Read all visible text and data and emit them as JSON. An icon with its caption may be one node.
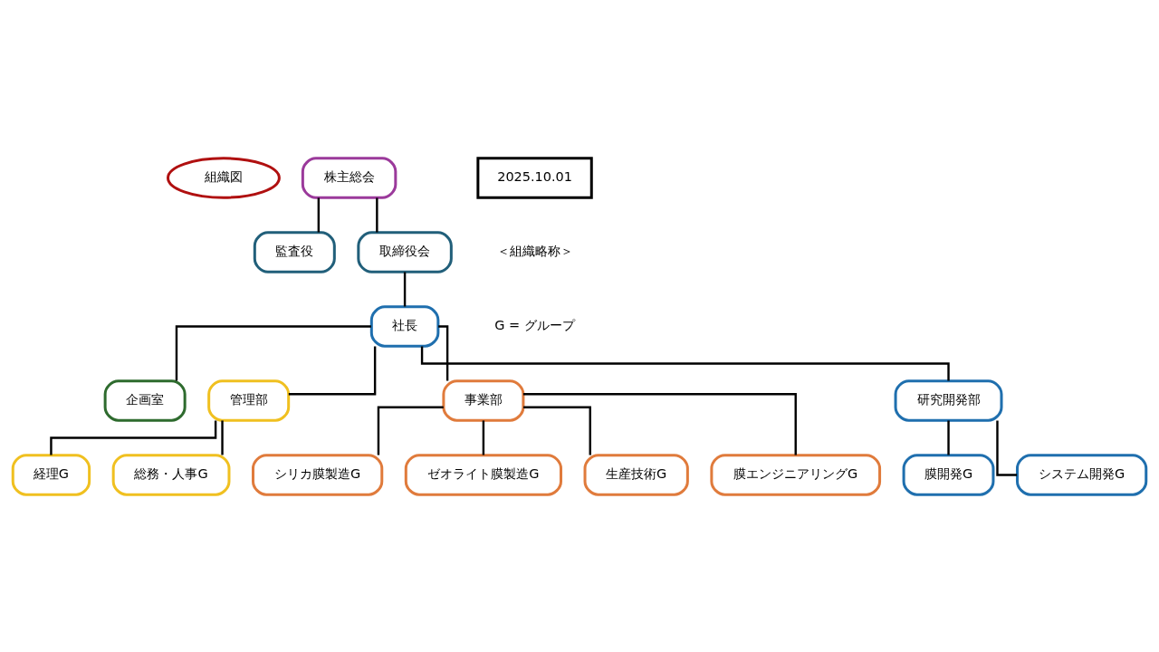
{
  "diagram": {
    "nodes": [
      {
        "text": [
          "組織図"
        ]
      },
      {
        "text": [
          "2025.10.01"
        ]
      },
      {
        "text": [
          "株主総会"
        ]
      },
      {
        "text": [
          "監査役"
        ]
      },
      {
        "text": [
          "取締役会"
        ]
      },
      {
        "text": [
          "社長"
        ]
      },
      {
        "text": [
          "企画室"
        ]
      },
      {
        "text": [
          "管理部"
        ]
      },
      {
        "text": [
          "事業部"
        ]
      },
      {
        "text": [
          "研究開発部"
        ]
      },
      {
        "text": [
          "経理G"
        ]
      },
      {
        "text": [
          "総務・人事G"
        ]
      },
      {
        "text": [
          "シリカ膜製造G"
        ]
      },
      {
        "text": [
          "ゼオライト膜製造G"
        ]
      },
      {
        "text": [
          "生産技術G"
        ]
      },
      {
        "text": [
          "膜エンジニアリングG"
        ]
      },
      {
        "text": [
          "膜開発G"
        ]
      },
      {
        "text": [
          "システム開発G"
        ]
      }
    ],
    "edges": [
      {
        "from": 2,
        "to": 3,
        "arrow": "none"
      },
      {
        "from": 2,
        "to": 4,
        "arrow": "none"
      },
      {
        "from": 4,
        "to": 5,
        "arrow": "none"
      },
      {
        "from": 5,
        "to": 6,
        "arrow": "none"
      },
      {
        "from": 5,
        "to": 7,
        "arrow": "none"
      },
      {
        "from": 5,
        "to": 8,
        "arrow": "none"
      },
      {
        "from": 5,
        "to": 9,
        "arrow": "none"
      },
      {
        "from": 7,
        "to": 10,
        "arrow": "none"
      },
      {
        "from": 7,
        "to": 11,
        "arrow": "none"
      },
      {
        "from": 8,
        "to": 12,
        "arrow": "none"
      },
      {
        "from": 8,
        "to": 13,
        "arrow": "none"
      },
      {
        "from": 8,
        "to": 14,
        "arrow": "none"
      },
      {
        "from": 8,
        "to": 15,
        "arrow": "none"
      },
      {
        "from": 9,
        "to": 16,
        "arrow": "none"
      },
      {
        "from": 9,
        "to": 17,
        "arrow": "none"
      }
    ],
    "labels": [
      "＜組織略称＞",
      "G = グループ"
    ]
  }
}
